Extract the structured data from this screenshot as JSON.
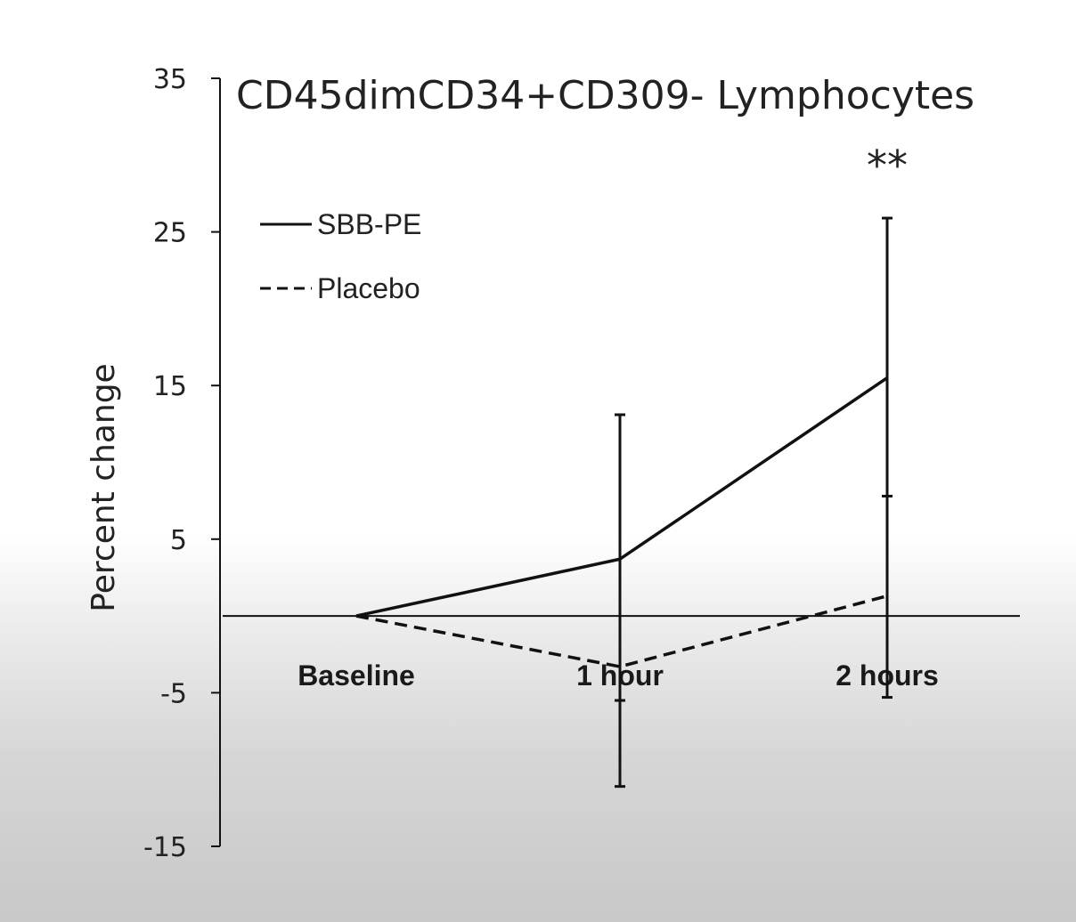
{
  "chart_data": {
    "type": "line",
    "title": "CD45dimCD34+CD309- Lymphocytes",
    "ylabel": "Percent change",
    "xlabel": "",
    "categories": [
      "Baseline",
      "1 hour",
      "2 hours"
    ],
    "ylim": [
      -15,
      35
    ],
    "yticks": [
      35,
      25,
      15,
      5,
      -5,
      -15
    ],
    "series": [
      {
        "name": "SBB-PE",
        "line_style": "solid",
        "values": [
          0,
          3.7,
          15.5
        ],
        "error_low": [
          null,
          -5.5,
          -5.3
        ],
        "error_high": [
          null,
          13.1,
          25.9
        ]
      },
      {
        "name": "Placebo",
        "line_style": "dashed",
        "values": [
          0,
          -3.3,
          1.3
        ],
        "error_low": [
          null,
          -11.1,
          null
        ],
        "error_high": [
          null,
          null,
          7.8
        ]
      }
    ],
    "annotations": [
      {
        "text": "**",
        "category": "2 hours"
      }
    ],
    "legend_position": "top-left",
    "grid": false,
    "color": "#111111"
  }
}
